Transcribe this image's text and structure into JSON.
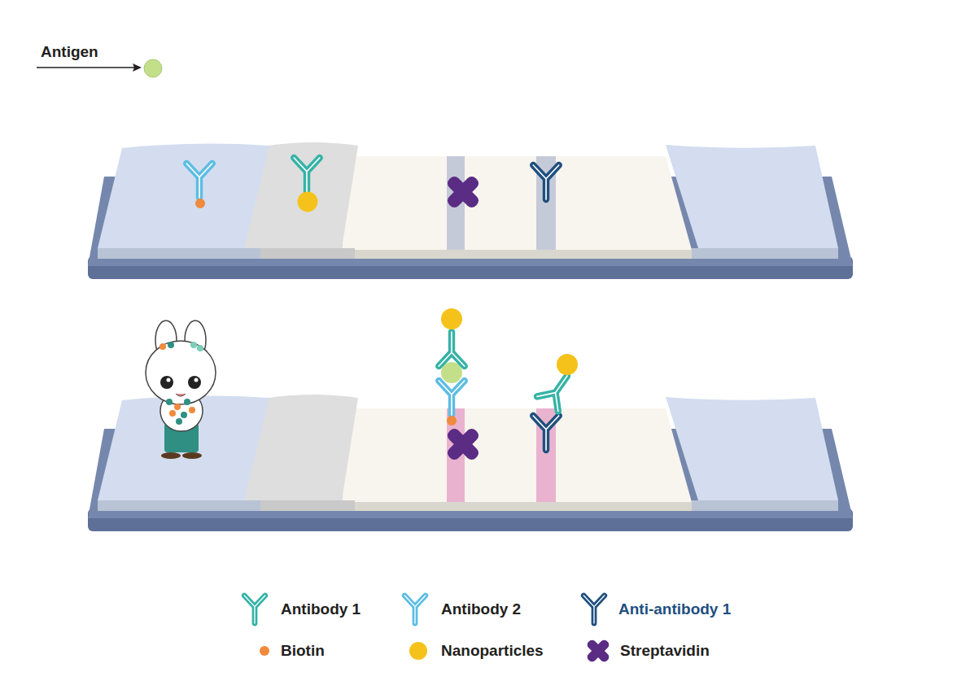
{
  "diagram": {
    "labels": [
      "Antigen"
    ],
    "legend": [
      {
        "text": "Antibody 1"
      },
      {
        "text": "Antibody 2"
      },
      {
        "text": "Anti-antibody 1"
      },
      {
        "text": "Biotin",
        "color": "#f08a3c"
      },
      {
        "text": "Nanoparticles",
        "color": "#f5c21b"
      },
      {
        "text": "Streptavidin"
      }
    ]
  }
}
